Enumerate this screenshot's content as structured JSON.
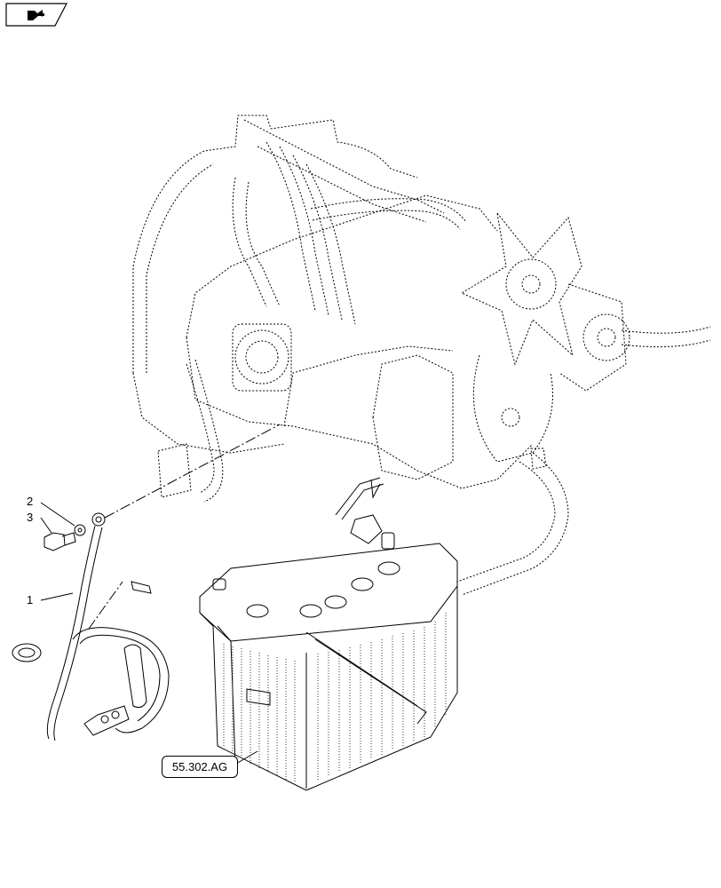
{
  "callouts": {
    "c1": "1",
    "c2": "2",
    "c3": "3"
  },
  "reference_box": {
    "label": "55.302.AG"
  },
  "nav_icon": "go-to-section-icon",
  "colors": {
    "line": "#000000",
    "background": "#ffffff"
  }
}
